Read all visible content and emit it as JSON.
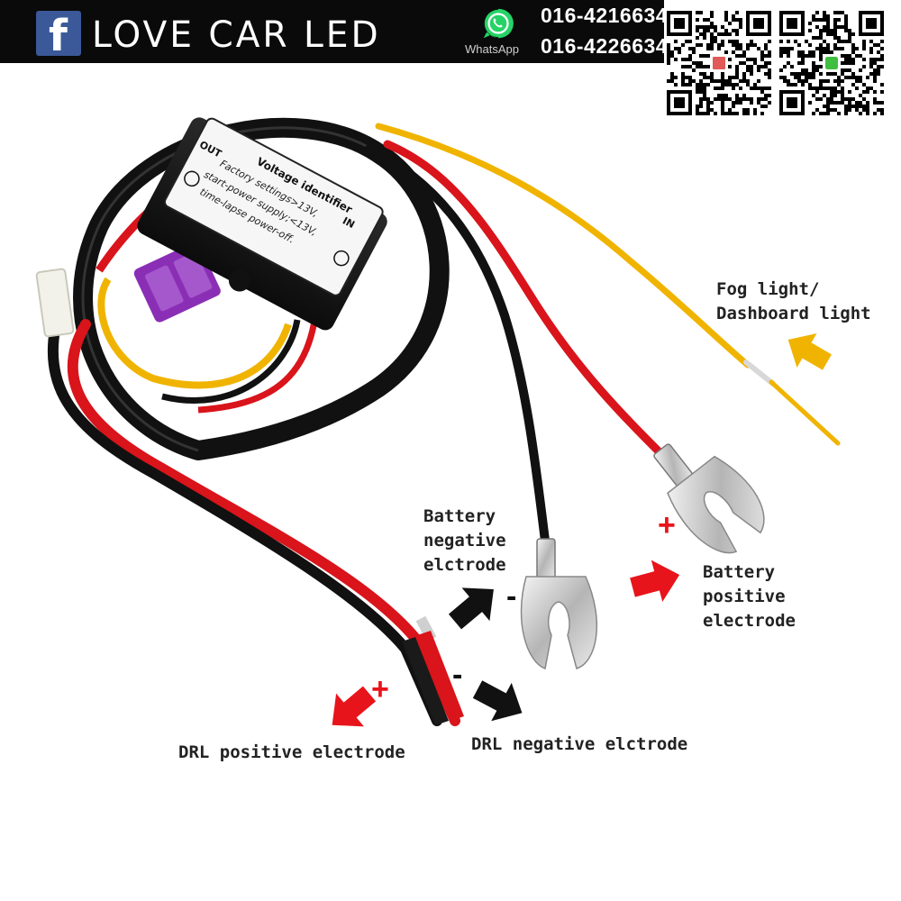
{
  "banner": {
    "facebook_glyph": "f",
    "brand": "LOVE CAR LED",
    "whatsapp_label": "WhatsApp",
    "phones": [
      "016-4216634",
      "016-4226634"
    ],
    "icons": [
      "facebook-icon",
      "whatsapp-icon",
      "qr-code-icon",
      "qr-code-icon"
    ]
  },
  "product": {
    "box_text": {
      "title": "Voltage identifier",
      "line1": "Factory settings>13V,",
      "line2": "start-power supply;<13V,",
      "line3": "time-lapse power-off.",
      "in_label": "IN",
      "out_label": "OUT"
    }
  },
  "labels": {
    "fog": [
      "Fog light/",
      "Dashboard light"
    ],
    "battery_negative": [
      "Battery",
      "negative",
      "elctrode"
    ],
    "battery_positive": [
      "Battery",
      "positive",
      "electrode"
    ],
    "drl_positive": "DRL positive electrode",
    "drl_negative": "DRL negative elctrode"
  },
  "signs": {
    "plus": "+",
    "minus": "-"
  },
  "colors": {
    "banner_bg": "#0a0a0a",
    "facebook_blue": "#3b5998",
    "whatsapp_green": "#25d366",
    "wire_red": "#d9141b",
    "wire_black": "#111111",
    "wire_yellow": "#f0b400",
    "fuse_purple": "#8a2fb5",
    "arrow_red": "#e8141b",
    "arrow_yellow": "#f0b400",
    "arrow_black": "#111111"
  }
}
